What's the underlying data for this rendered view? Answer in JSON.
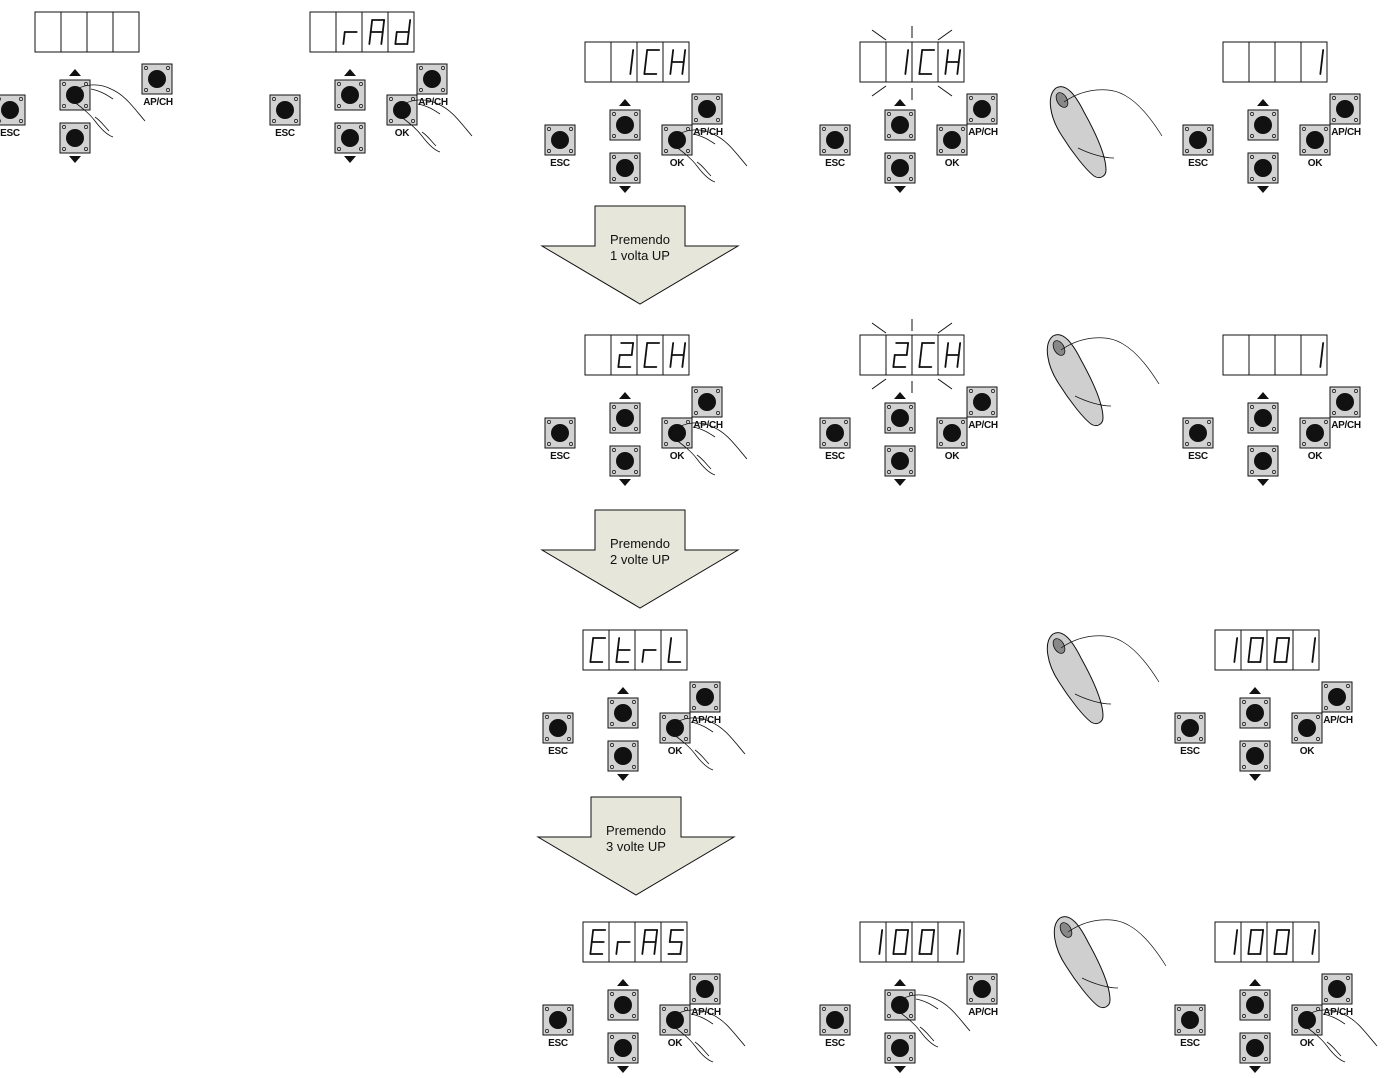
{
  "labels": {
    "esc": "ESC",
    "ok": "OK",
    "apch": "AP/CH"
  },
  "colors": {
    "arrow_fill": "#e6e6da",
    "button_face": "#d2d2d2",
    "dot": "#111111",
    "ink": "#111111"
  },
  "arrows": [
    {
      "line1": "Premendo",
      "line2": "1 volta UP"
    },
    {
      "line1": "Premendo",
      "line2": "2 volte UP"
    },
    {
      "line1": "Premendo",
      "line2": "3 volte UP"
    }
  ],
  "steps": [
    {
      "display": [
        "",
        "",
        "",
        ""
      ],
      "pressed": "up",
      "flash": false,
      "has_ok": false,
      "remote": false
    },
    {
      "display": [
        "",
        "r",
        "A",
        "d"
      ],
      "pressed": "ok",
      "flash": false,
      "has_ok": true,
      "remote": false
    },
    {
      "display": [
        "",
        "1",
        "C",
        "H"
      ],
      "pressed": "ok",
      "flash": false,
      "has_ok": true,
      "remote": false
    },
    {
      "display": [
        "",
        "1",
        "C",
        "H"
      ],
      "pressed": "",
      "flash": true,
      "has_ok": true,
      "remote": true
    },
    {
      "display": [
        "",
        "",
        "",
        "1"
      ],
      "pressed": "",
      "flash": false,
      "has_ok": true,
      "remote": false
    },
    {
      "display": [
        "",
        "2",
        "C",
        "H"
      ],
      "pressed": "ok",
      "flash": false,
      "has_ok": true,
      "remote": false
    },
    {
      "display": [
        "",
        "2",
        "C",
        "H"
      ],
      "pressed": "",
      "flash": true,
      "has_ok": true,
      "remote": true
    },
    {
      "display": [
        "",
        "",
        "",
        "1"
      ],
      "pressed": "",
      "flash": false,
      "has_ok": true,
      "remote": false
    },
    {
      "display": [
        "C",
        "t",
        "r",
        "L"
      ],
      "pressed": "ok",
      "flash": false,
      "has_ok": true,
      "remote": false
    },
    {
      "display": [
        "1",
        "0",
        "0",
        "1"
      ],
      "pressed": "",
      "flash": false,
      "has_ok": true,
      "remote": true
    },
    {
      "display": [
        "E",
        "r",
        "A",
        "S"
      ],
      "pressed": "ok",
      "flash": false,
      "has_ok": true,
      "remote": false
    },
    {
      "display": [
        "1",
        "0",
        "0",
        "1"
      ],
      "pressed": "up",
      "flash": false,
      "has_ok": false,
      "remote": true
    },
    {
      "display": [
        "1",
        "0",
        "0",
        "1"
      ],
      "pressed": "ok",
      "flash": false,
      "has_ok": true,
      "remote": false
    }
  ]
}
